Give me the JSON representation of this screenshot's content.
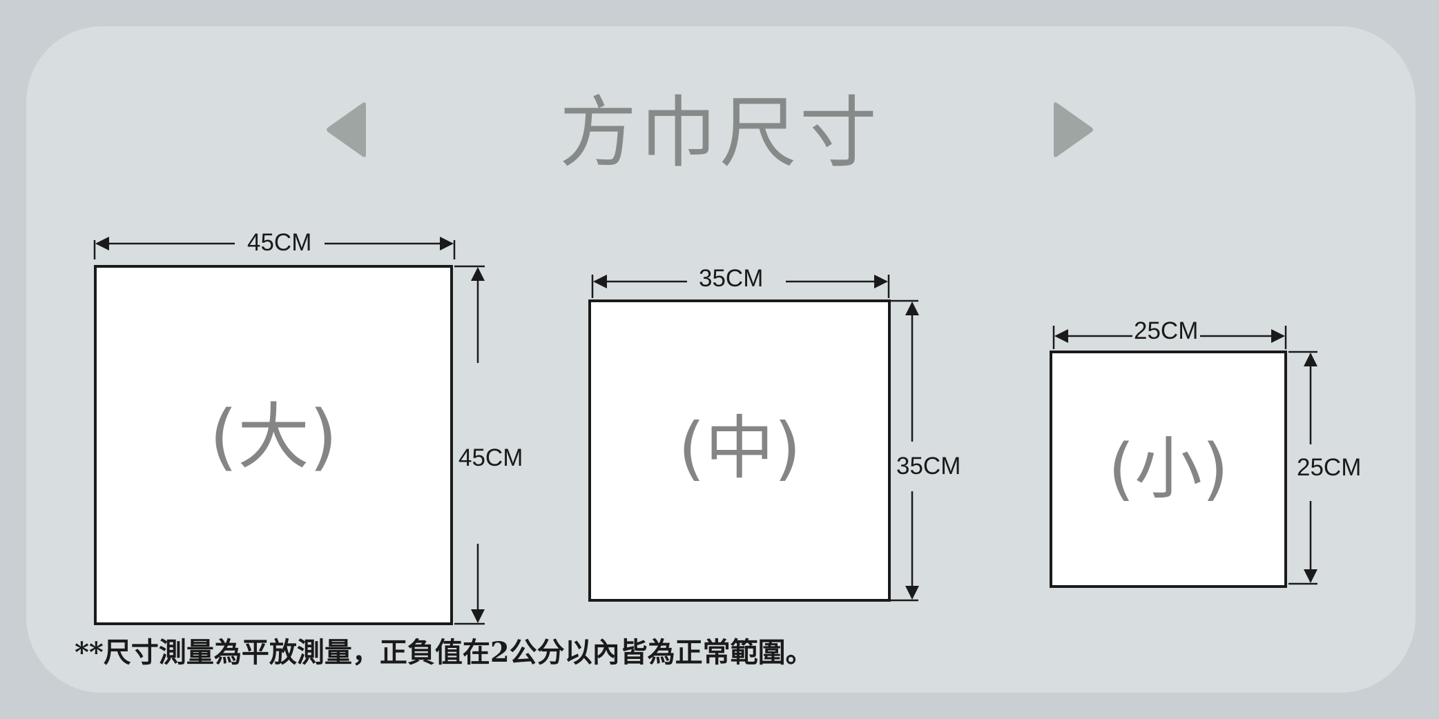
{
  "title": "方巾尺寸",
  "colors": {
    "background": "#c9cfd3",
    "panel": "#d8dde0",
    "title": "#868a88",
    "arrow": "#9fa5a3",
    "line": "#1a1a1a",
    "size_label": "#858585"
  },
  "icons": {
    "prev": "left-triangle-arrow",
    "next": "right-triangle-arrow"
  },
  "sizes": [
    {
      "label": "(大)",
      "width": "45CM",
      "height": "45CM"
    },
    {
      "label": "(中)",
      "width": "35CM",
      "height": "35CM"
    },
    {
      "label": "(小)",
      "width": "25CM",
      "height": "25CM"
    }
  ],
  "footnote": "**尺寸測量為平放測量，正負值在2公分以內皆為正常範圍。"
}
